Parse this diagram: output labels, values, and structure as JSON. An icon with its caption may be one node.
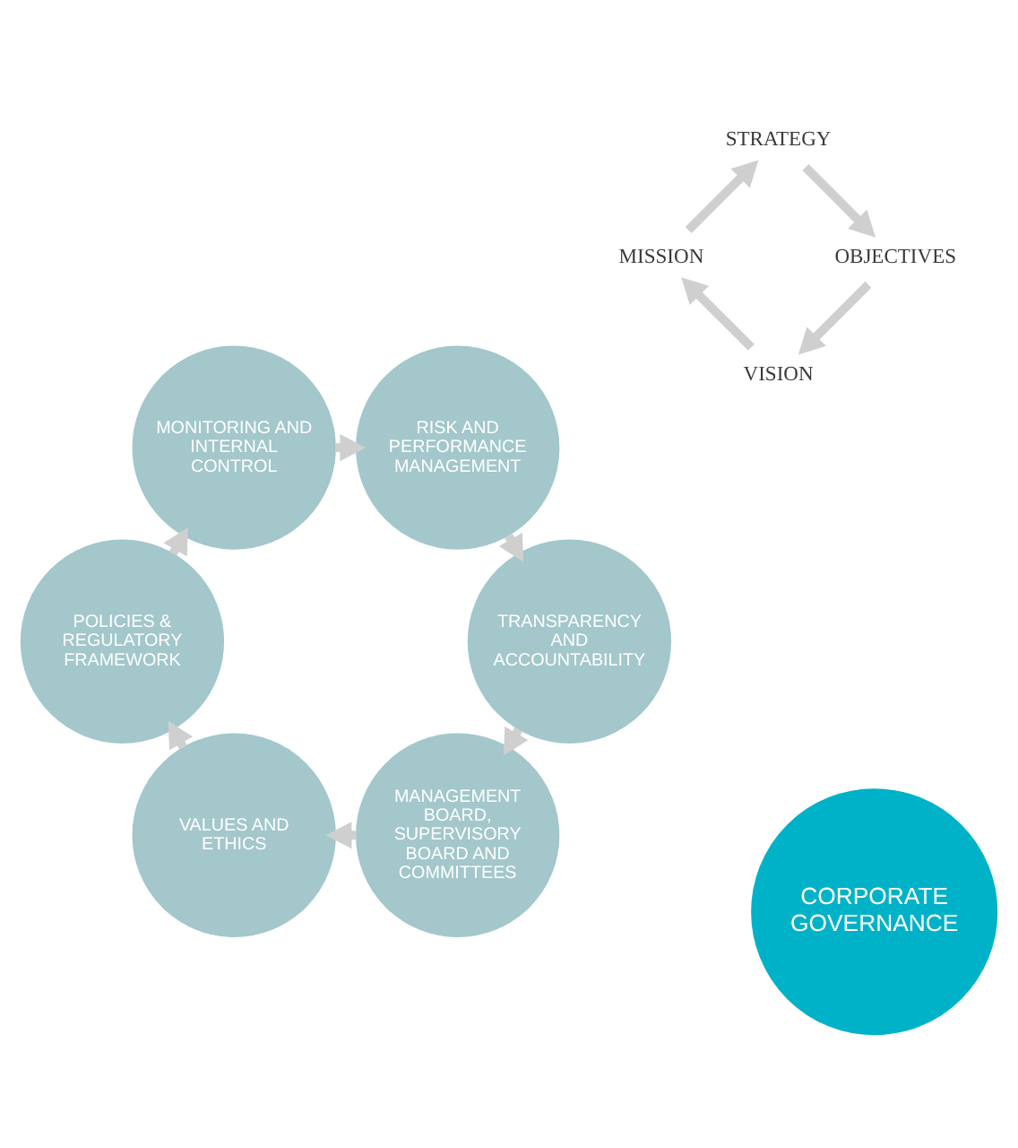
{
  "diagram": {
    "nodes": [
      {
        "text": [
          "MANAGEMENT BOARD, SUPERVISORY BOARD AND COMMITTEES"
        ]
      },
      {
        "text": [
          "TRANSPARENCY AND ACCOUNTABILITY"
        ]
      },
      {
        "text": [
          "VALUES AND ETHICS"
        ]
      },
      {
        "text": [
          "VISION"
        ]
      },
      {
        "text": [
          "OBJECTIVES"
        ]
      },
      {
        "text": [
          "CORPORATE GOVERNANCE"
        ]
      },
      {
        "text": [
          "MISSION"
        ]
      },
      {
        "text": [
          "STRATEGY"
        ]
      },
      {
        "text": [
          "RISK AND PERFORMANCE MANAGEMENT"
        ]
      },
      {
        "text": [
          "POLICIES & REGULATORY FRAMEWORK"
        ]
      },
      {
        "text": [
          "MONITORING AND INTERNAL CONTROL"
        ]
      }
    ],
    "edges": [
      {
        "from": 0,
        "to": 2,
        "arrow": "to"
      },
      {
        "from": 2,
        "to": 9,
        "arrow": "to"
      },
      {
        "from": 9,
        "to": 10,
        "arrow": "to"
      },
      {
        "from": 10,
        "to": 8,
        "arrow": "to"
      },
      {
        "from": 8,
        "to": 1,
        "arrow": "to"
      },
      {
        "from": 1,
        "to": 0,
        "arrow": "to"
      },
      {
        "from": 3,
        "to": 6,
        "arrow": "to"
      },
      {
        "from": 6,
        "to": 7,
        "arrow": "to"
      },
      {
        "from": 7,
        "to": 4,
        "arrow": "to"
      },
      {
        "from": 4,
        "to": 3,
        "arrow": "to"
      }
    ]
  }
}
